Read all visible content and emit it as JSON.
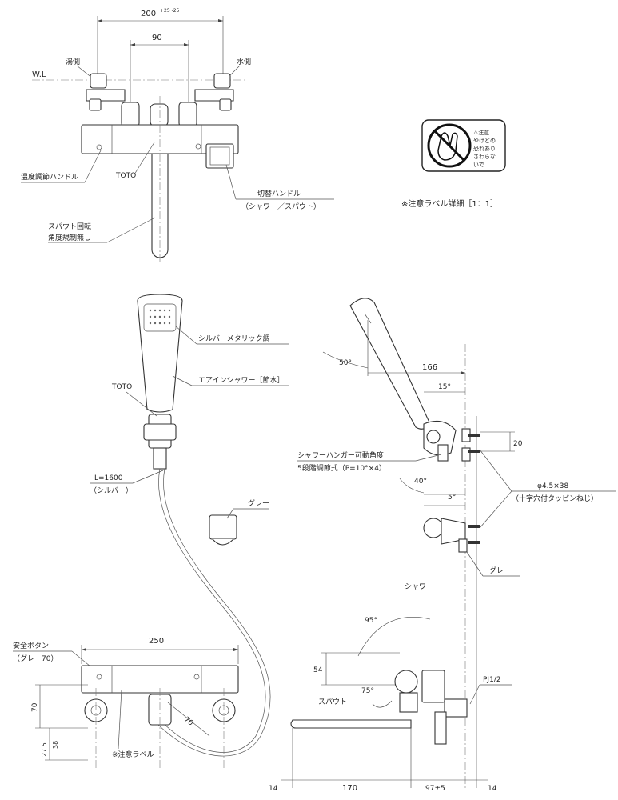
{
  "top_view": {
    "dim_width": "200",
    "dim_width_tol": "+25 -25",
    "dim_inner": "90",
    "wl_label": "W.L",
    "hot_side": "湯側",
    "cold_side": "水側",
    "temp_handle": "温度調節ハンドル",
    "brand": "TOTO",
    "switch_handle": "切替ハンドル",
    "switch_handle_sub": "（シャワー／スパウト）",
    "spout_rotation": "スパウト回転",
    "spout_rotation_sub": "角度規制無し"
  },
  "caution_label": {
    "line1": "⚠注意",
    "line2": "やけどの",
    "line3": "恐れあり",
    "line4": "さわらな",
    "line5": "いで",
    "detail_caption": "※注意ラベル詳細［1：1］"
  },
  "shower_head": {
    "finish": "シルバーメタリック調",
    "type": "エアインシャワー［節水］",
    "brand": "TOTO",
    "hose_length": "L=1600",
    "hose_color": "（シルバー）",
    "holder_color": "グレー"
  },
  "side_view": {
    "angle_head": "50°",
    "dim_166": "166",
    "angle_15": "15°",
    "dim_20": "20",
    "hanger_label": "シャワーハンガー可動角度",
    "hanger_sub": "5段階調節式（P=10°×4）",
    "angle_40": "40°",
    "angle_5": "5°",
    "screw_spec": "φ4.5×38",
    "screw_sub": "（十字穴付タッピンねじ）",
    "gray_label": "グレー",
    "shower_label": "シャワー",
    "angle_95": "95°",
    "dim_54": "54",
    "spout_label": "スパウト",
    "angle_75": "75°",
    "pipe_spec": "PJ1/2",
    "dim_14a": "14",
    "dim_170": "170",
    "dim_97": "97±5",
    "dim_14b": "14"
  },
  "front_view": {
    "safety_button": "安全ボタン",
    "safety_button_sub": "（グレー70）",
    "dim_250": "250",
    "dim_70a": "70",
    "dim_70b": "70",
    "dim_27": "27.5",
    "dim_38": "38",
    "caution_label_ref": "※注意ラベル"
  }
}
